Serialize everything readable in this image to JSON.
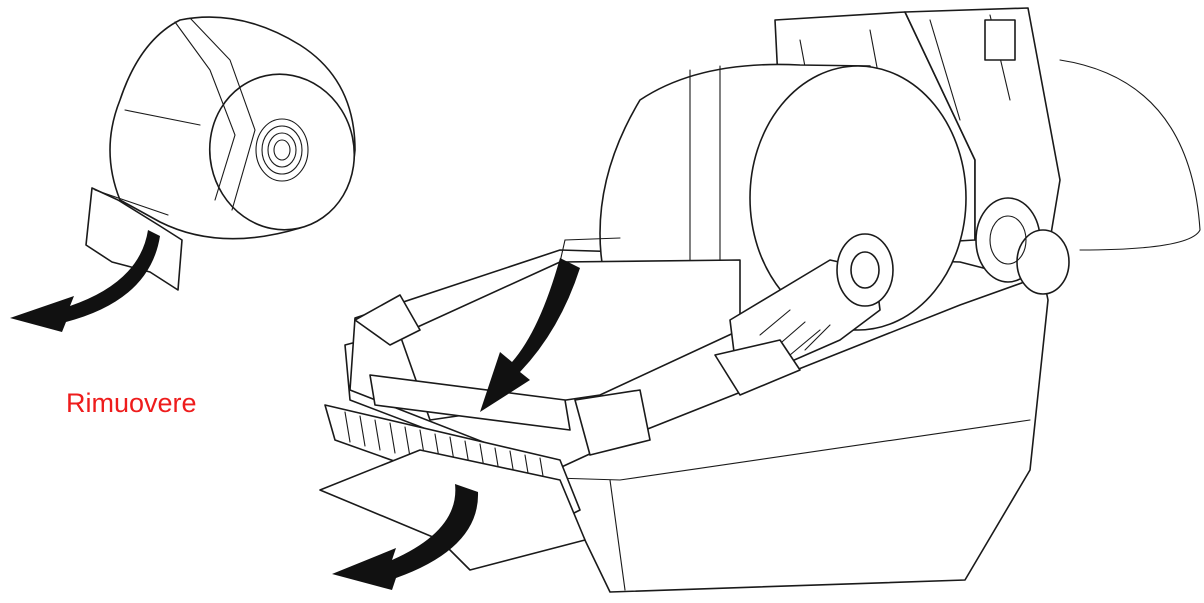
{
  "figure": {
    "label": "Rimuovere",
    "label_color": "#ee1c1c",
    "line_color": "#1a1a1a",
    "arrow_color": "#111111"
  },
  "elements": {
    "loose_roll": "label-roll-icon",
    "printer": "label-printer-icon",
    "arrows": [
      "remove-roll-arrow",
      "liner-down-arrow",
      "liner-out-arrow"
    ]
  }
}
